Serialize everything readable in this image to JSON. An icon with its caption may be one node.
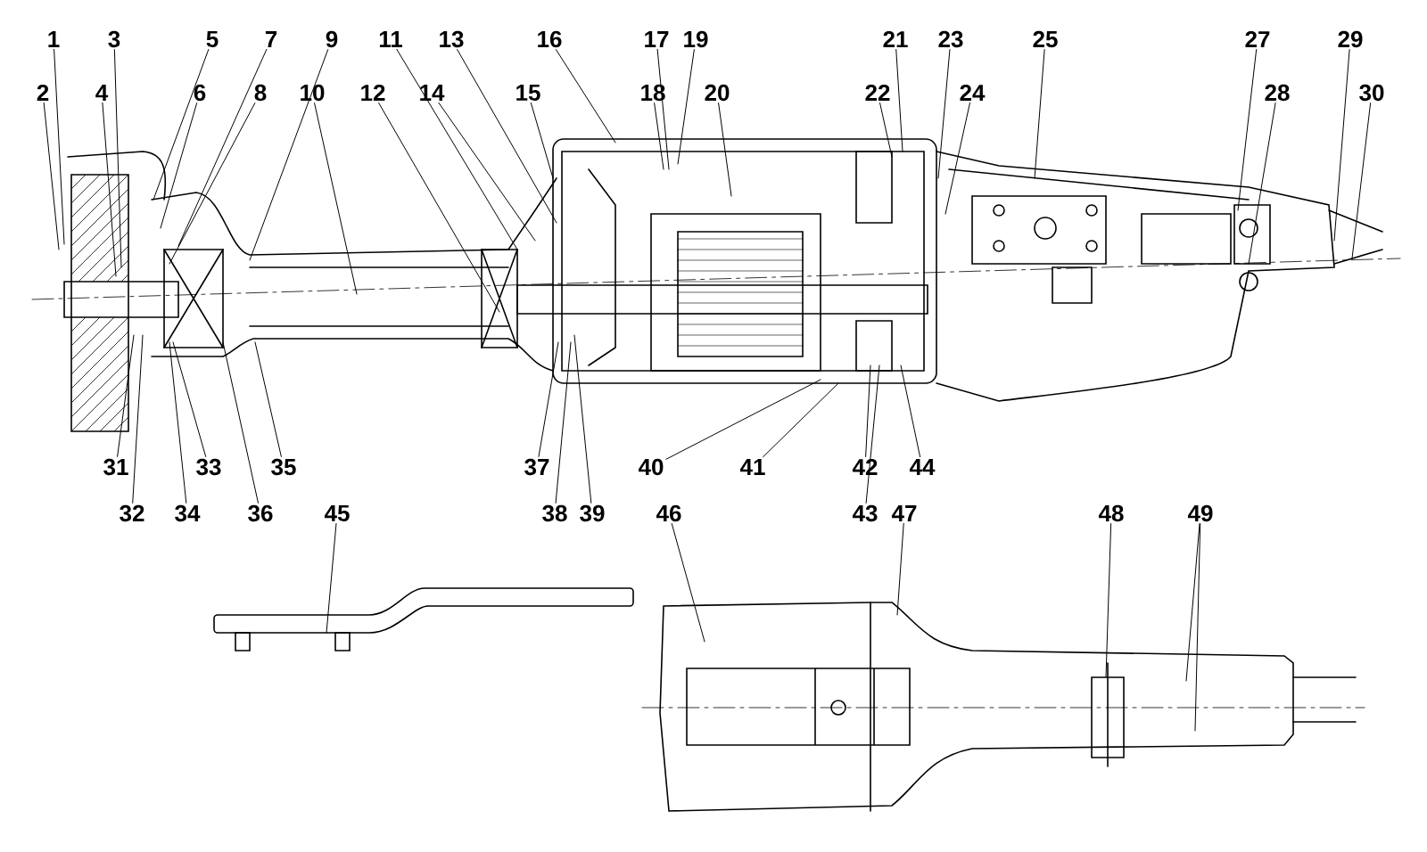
{
  "diagram": {
    "nodes": [
      {
        "text": [
          "1"
        ]
      },
      {
        "text": [
          "2"
        ]
      },
      {
        "text": [
          "3"
        ]
      },
      {
        "text": [
          "4"
        ]
      },
      {
        "text": [
          "5"
        ]
      },
      {
        "text": [
          "6"
        ]
      },
      {
        "text": [
          "7"
        ]
      },
      {
        "text": [
          "8"
        ]
      },
      {
        "text": [
          "9"
        ]
      },
      {
        "text": [
          "10"
        ]
      },
      {
        "text": [
          "11"
        ]
      },
      {
        "text": [
          "12"
        ]
      },
      {
        "text": [
          "13"
        ]
      },
      {
        "text": [
          "14"
        ]
      },
      {
        "text": [
          "15"
        ]
      },
      {
        "text": [
          "16"
        ]
      },
      {
        "text": [
          "17"
        ]
      },
      {
        "text": [
          "18"
        ]
      },
      {
        "text": [
          "19"
        ]
      },
      {
        "text": [
          "20"
        ]
      },
      {
        "text": [
          "21"
        ]
      },
      {
        "text": [
          "22"
        ]
      },
      {
        "text": [
          "23"
        ]
      },
      {
        "text": [
          "24"
        ]
      },
      {
        "text": [
          "25"
        ]
      },
      {
        "text": [
          "27"
        ]
      },
      {
        "text": [
          "28"
        ]
      },
      {
        "text": [
          "29"
        ]
      },
      {
        "text": [
          "30"
        ]
      },
      {
        "text": [
          "31"
        ]
      },
      {
        "text": [
          "32"
        ]
      },
      {
        "text": [
          "33"
        ]
      },
      {
        "text": [
          "34"
        ]
      },
      {
        "text": [
          "35"
        ]
      },
      {
        "text": [
          "36"
        ]
      },
      {
        "text": [
          "37"
        ]
      },
      {
        "text": [
          "38"
        ]
      },
      {
        "text": [
          "39"
        ]
      },
      {
        "text": [
          "40"
        ]
      },
      {
        "text": [
          "41"
        ]
      },
      {
        "text": [
          "42"
        ]
      },
      {
        "text": [
          "43"
        ]
      },
      {
        "text": [
          "44"
        ]
      },
      {
        "text": [
          "45"
        ]
      },
      {
        "text": [
          "46"
        ]
      },
      {
        "text": [
          "47"
        ]
      },
      {
        "text": [
          "48"
        ]
      },
      {
        "text": [
          "49"
        ]
      }
    ],
    "edges": [
      {
        "from": 0,
        "to": null,
        "arrow": "none"
      },
      {
        "from": 1,
        "to": null,
        "arrow": "none"
      },
      {
        "from": 2,
        "to": null,
        "arrow": "none"
      },
      {
        "from": 3,
        "to": null,
        "arrow": "none"
      },
      {
        "from": 4,
        "to": null,
        "arrow": "none"
      },
      {
        "from": 5,
        "to": null,
        "arrow": "none"
      },
      {
        "from": 6,
        "to": null,
        "arrow": "none"
      },
      {
        "from": 7,
        "to": null,
        "arrow": "none"
      },
      {
        "from": 8,
        "to": null,
        "arrow": "none"
      },
      {
        "from": 9,
        "to": null,
        "arrow": "none"
      },
      {
        "from": 10,
        "to": null,
        "arrow": "none"
      },
      {
        "from": 11,
        "to": null,
        "arrow": "none"
      },
      {
        "from": 12,
        "to": null,
        "arrow": "none"
      },
      {
        "from": 13,
        "to": null,
        "arrow": "none"
      },
      {
        "from": 14,
        "to": null,
        "arrow": "none"
      },
      {
        "from": 15,
        "to": null,
        "arrow": "none"
      },
      {
        "from": 16,
        "to": null,
        "arrow": "none"
      },
      {
        "from": 17,
        "to": null,
        "arrow": "none"
      },
      {
        "from": 18,
        "to": null,
        "arrow": "none"
      },
      {
        "from": 19,
        "to": null,
        "arrow": "none"
      },
      {
        "from": 20,
        "to": null,
        "arrow": "none"
      },
      {
        "from": 21,
        "to": null,
        "arrow": "none"
      },
      {
        "from": 22,
        "to": null,
        "arrow": "none"
      },
      {
        "from": 23,
        "to": null,
        "arrow": "none"
      },
      {
        "from": 24,
        "to": null,
        "arrow": "none"
      },
      {
        "from": 25,
        "to": null,
        "arrow": "none"
      },
      {
        "from": 26,
        "to": null,
        "arrow": "none"
      },
      {
        "from": 27,
        "to": null,
        "arrow": "none"
      },
      {
        "from": 28,
        "to": null,
        "arrow": "none"
      },
      {
        "from": 29,
        "to": null,
        "arrow": "none"
      },
      {
        "from": 30,
        "to": null,
        "arrow": "none"
      },
      {
        "from": 31,
        "to": null,
        "arrow": "none"
      },
      {
        "from": 32,
        "to": null,
        "arrow": "none"
      },
      {
        "from": 33,
        "to": null,
        "arrow": "none"
      },
      {
        "from": 34,
        "to": null,
        "arrow": "none"
      },
      {
        "from": 35,
        "to": null,
        "arrow": "none"
      },
      {
        "from": 36,
        "to": null,
        "arrow": "none"
      },
      {
        "from": 37,
        "to": null,
        "arrow": "none"
      },
      {
        "from": 38,
        "to": null,
        "arrow": "none"
      },
      {
        "from": 39,
        "to": null,
        "arrow": "none"
      },
      {
        "from": 40,
        "to": null,
        "arrow": "none"
      },
      {
        "from": 41,
        "to": null,
        "arrow": "none"
      },
      {
        "from": 42,
        "to": null,
        "arrow": "none"
      },
      {
        "from": 43,
        "to": null,
        "arrow": "none"
      },
      {
        "from": 44,
        "to": null,
        "arrow": "none"
      },
      {
        "from": 45,
        "to": null,
        "arrow": "none"
      },
      {
        "from": 46,
        "to": null,
        "arrow": "none"
      },
      {
        "from": 47,
        "to": null,
        "arrow": "none"
      },
      {
        "from": 47,
        "to": null,
        "arrow": "none"
      }
    ]
  }
}
